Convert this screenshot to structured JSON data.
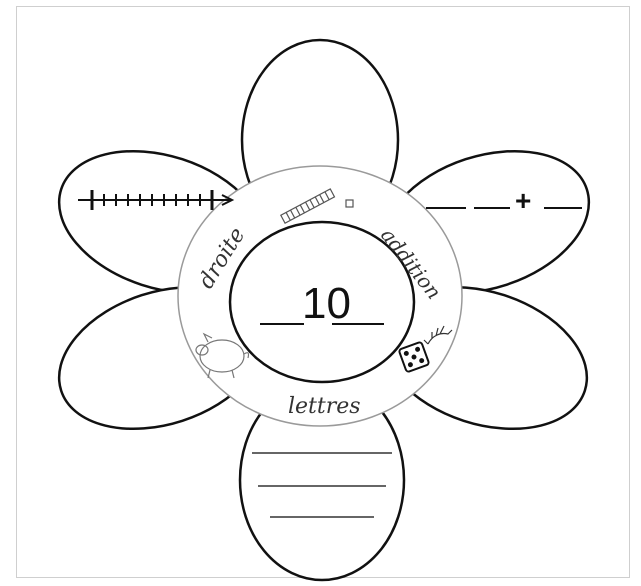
{
  "worksheet": {
    "center_number": "10",
    "labels": {
      "right_line": "droite",
      "addition": "addition",
      "letters": "lettres"
    },
    "plus_sign": "+",
    "colors": {
      "stroke": "#111111",
      "ring_stroke": "#9a9a9a",
      "background": "#ffffff"
    },
    "icons": [
      "number-line-icon",
      "ten-rod-icon",
      "unit-cube-icon",
      "hand-icon",
      "dice-icon",
      "pig-icon"
    ]
  }
}
